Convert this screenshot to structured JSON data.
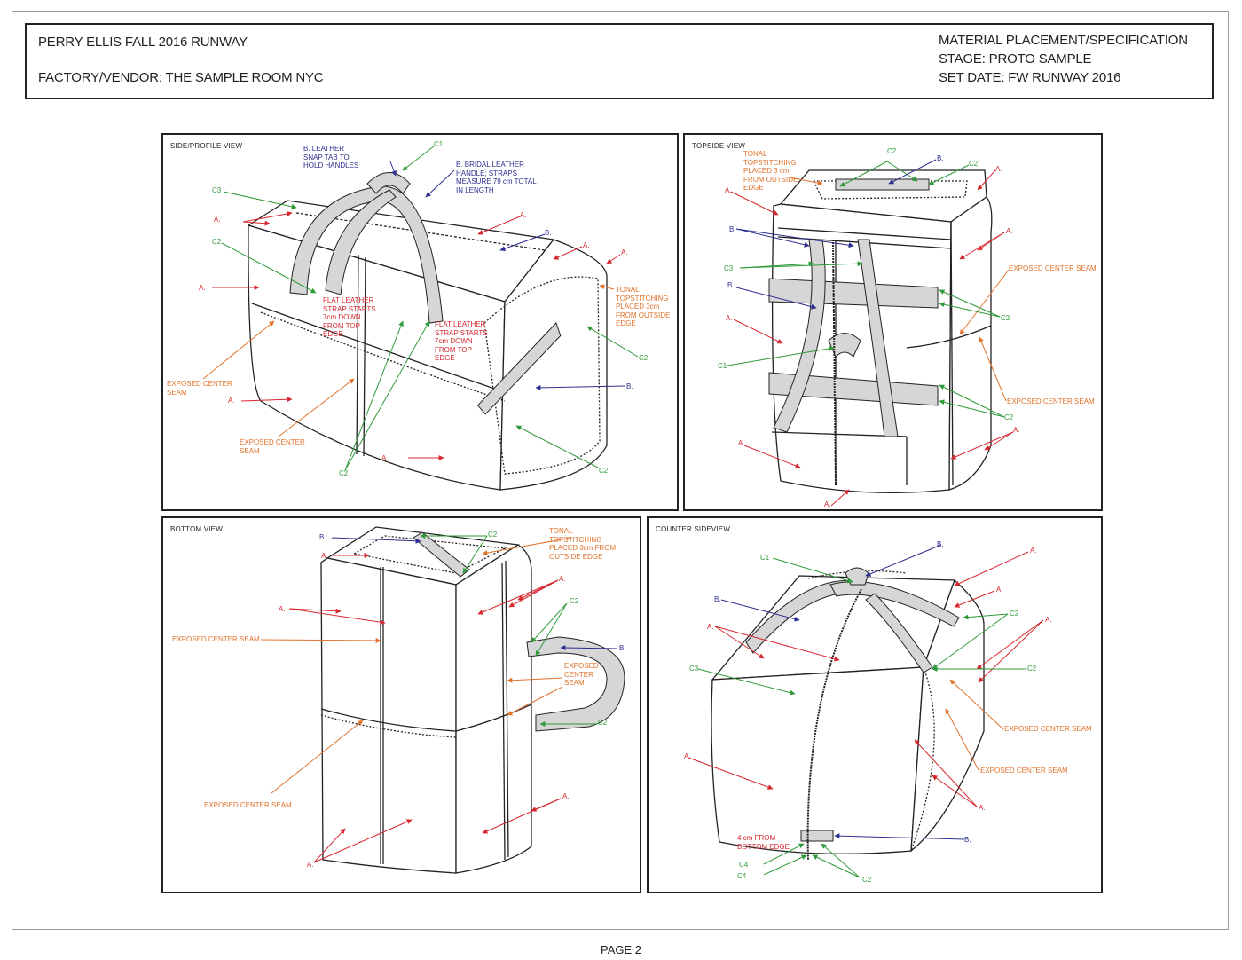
{
  "header": {
    "collection": "PERRY ELLIS FALL 2016 RUNWAY",
    "vendor": "FACTORY/VENDOR: THE SAMPLE ROOM NYC",
    "doc_type": "MATERIAL PLACEMENT/SPECIFICATION",
    "stage": "STAGE: PROTO SAMPLE",
    "set_date": "SET DATE: FW RUNWAY 2016"
  },
  "panels": {
    "side": {
      "title": "SIDE/PROFILE VIEW",
      "labels": {
        "c1": "C1",
        "snap_tab": "B. LEATHER\nSNAP TAB TO\nHOLD HANDLES",
        "bridal": "B. BRIDAL LEATHER\nHANDLE; STRAPS\nMEASURE 79 cm TOTAL\nIN LENGTH",
        "c3": "C3",
        "a1": "A.",
        "a2": "A.",
        "a3": "A.",
        "a4": "A.",
        "a5": "A.",
        "a6": "A.",
        "a7": "A.",
        "b1": "B.",
        "c2a": "C2",
        "tonal": "TONAL\nTOPSTITCHING\nPLACED 3cm\nFROM OUTSIDE\nEDGE",
        "flat1": "FLAT LEATHER\nSTRAP STARTS\n7cm DOWN\nFROM TOP\nEDGE",
        "flat2": "FLAT LEATHER\nSTRAP STARTS\n7cm DOWN\nFROM TOP\nEDGE",
        "c2b": "C2",
        "seam1": "EXPOSED CENTER\nSEAM",
        "b2": "B.",
        "seam2": "EXPOSED CENTER\nSEAM",
        "c2c": "C2",
        "c2d": "C2"
      }
    },
    "top": {
      "title": "TOPSIDE  VIEW",
      "labels": {
        "tonal": "TONAL\nTOPSTITCHING\nPLACED 3 cm\nFROM OUTSIDE\nEDGE",
        "c2a": "C2",
        "b1": "B.",
        "c2b": "C2",
        "a1": "A.",
        "a2": "A.",
        "b2": "B.",
        "a3": "A.",
        "seam1": "EXPOSED CENTER SEAM",
        "c3": "C3",
        "b3": "B.",
        "c2c": "C2",
        "a4": "A.",
        "c1": "C1",
        "seam2": "EXPOSED CENTER SEAM",
        "c2d": "C2",
        "a5": "A.",
        "a6": "A.",
        "a7": "A."
      }
    },
    "bottom": {
      "title": "BOTTOM VIEW",
      "labels": {
        "b1": "B.",
        "c2a": "C2",
        "tonal": "TONAL\nTOPSTITCHING\nPLACED 3cm FROM\nOUTSIDE EDGE",
        "a1": "A.",
        "a2": "A.",
        "a3": "A.",
        "c2b": "C2",
        "seam1": "EXPOSED CENTER SEAM",
        "b2": "B.",
        "seam2": "EXPOSED\nCENTER\nSEAM",
        "c2c": "C2",
        "seam3": "EXPOSED CENTER SEAM",
        "a4": "A.",
        "a5": "A."
      }
    },
    "counter": {
      "title": "COUNTER SIDEVIEW",
      "labels": {
        "b1": "B.",
        "c1": "C1",
        "a1": "A.",
        "b2": "B.",
        "a2": "A.",
        "c2a": "C2",
        "a3": "A.",
        "a4": "A.",
        "c3": "C3",
        "c2b": "C2",
        "seam1": "EXPOSED CENTER SEAM",
        "a5": "A.",
        "seam2": "EXPOSED CENTER SEAM",
        "a6": "A.",
        "measure": "4 cm  FROM\nBOTTOM EDGE",
        "b3": "B.",
        "c4a": "C4",
        "c4b": "C4",
        "c2c": "C2"
      }
    }
  },
  "footer": {
    "page": "PAGE 2"
  },
  "colors": {
    "material_a": "#d7272f",
    "material_b": "#2b2e8f",
    "hardware_c": "#2f9a3a",
    "note": "#e0722a"
  }
}
